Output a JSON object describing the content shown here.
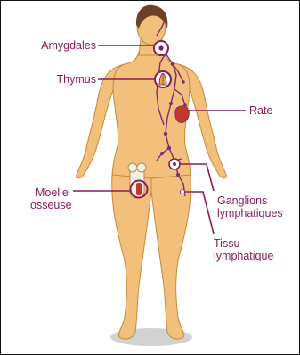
{
  "colors": {
    "label_text": "#8B1C5A",
    "leader_line": "#8B1C5A",
    "lymph_vessels": "#7A2C7A",
    "skin": "#F2C07A",
    "skin_outline": "#C48A3A",
    "hair": "#6B4226",
    "spleen": "#C0392B",
    "bone": "#F5EFE0",
    "frame": "#111111",
    "shadow": "#BFBFBF"
  },
  "icons": {
    "tonsils": "tonsils-icon",
    "thymus": "thymus-icon",
    "spleen": "spleen-icon",
    "lymph_node": "lymph-node-icon",
    "bone_marrow": "bone-marrow-icon"
  },
  "labels": {
    "amygdales": "Amygdales",
    "thymus": "Thymus",
    "rate": "Rate",
    "ganglions_line1": "Ganglions",
    "ganglions_line2": "lymphatiques",
    "moelle_line1": "Moelle",
    "moelle_line2": "osseuse",
    "tissu_line1": "Tissu",
    "tissu_line2": "lymphatique"
  }
}
